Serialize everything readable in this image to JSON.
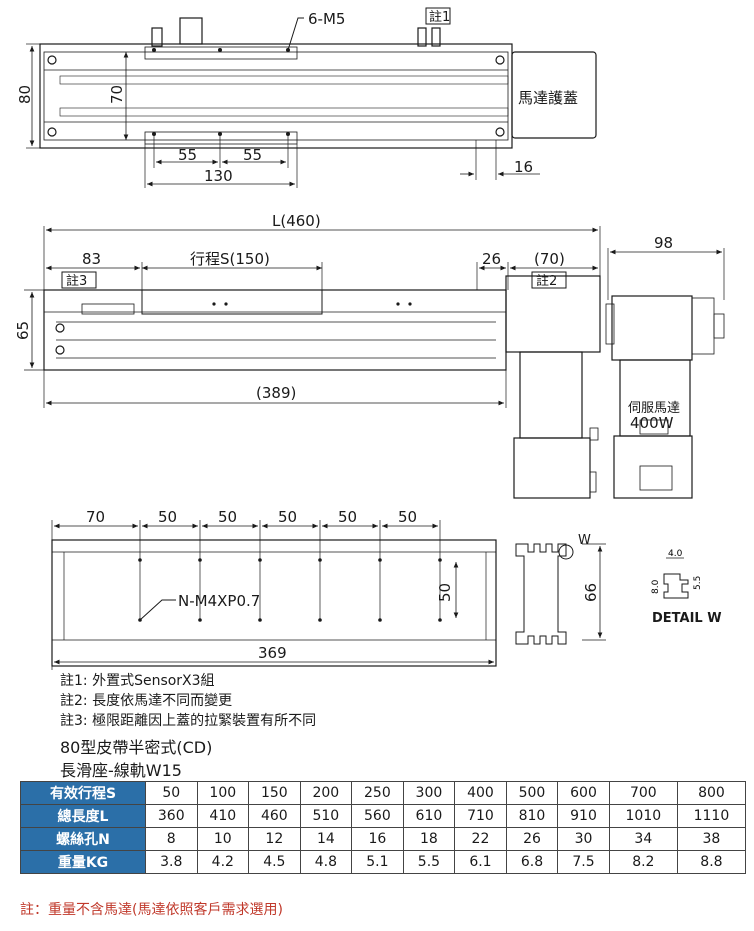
{
  "top_view": {
    "mount_holes_label": "6-M5",
    "note1_tag": "註1",
    "motor_cover_label": "馬達護蓋",
    "dim_height_80": "80",
    "dim_height_70": "70",
    "dim_55_a": "55",
    "dim_55_b": "55",
    "dim_130": "130",
    "dim_16": "16"
  },
  "side_view": {
    "dim_total_length": "L(460)",
    "dim_83": "83",
    "stroke_label": "行程S(150)",
    "dim_26": "26",
    "dim_70": "(70)",
    "dim_98": "98",
    "note3_tag": "註3",
    "note2_tag": "註2",
    "dim_65": "65",
    "dim_389": "(389)",
    "servo_label_line1": "伺服馬達",
    "servo_label_line2": "400W"
  },
  "rail_view": {
    "dims_top": [
      "70",
      "50",
      "50",
      "50",
      "50",
      "50"
    ],
    "hole_label": "N-M4XP0.7",
    "dim_50_vertical": "50",
    "dim_369": "369",
    "dim_66": "66",
    "profile_w_mark": "W",
    "detail_w_label": "DETAIL W",
    "detail_dim_40": "4.0",
    "detail_dim_80": "8.0",
    "detail_dim_55": "5.5"
  },
  "notes": [
    "註1: 外置式SensorX3組",
    "註2: 長度依馬達不同而變更",
    "註3: 極限距離因上蓋的拉緊裝置有所不同"
  ],
  "model_title": "80型皮帶半密式(CD)",
  "model_subtitle": "長滑座-線軌W15",
  "spec_table": {
    "header_color": "#2b6fa8",
    "rows": [
      {
        "label": "有效行程S",
        "values": [
          "50",
          "100",
          "150",
          "200",
          "250",
          "300",
          "400",
          "500",
          "600",
          "700",
          "800"
        ]
      },
      {
        "label": "總長度L",
        "values": [
          "360",
          "410",
          "460",
          "510",
          "560",
          "610",
          "710",
          "810",
          "910",
          "1010",
          "1110"
        ]
      },
      {
        "label": "螺絲孔N",
        "values": [
          "8",
          "10",
          "12",
          "14",
          "16",
          "18",
          "22",
          "26",
          "30",
          "34",
          "38"
        ]
      },
      {
        "label": "重量KG",
        "values": [
          "3.8",
          "4.2",
          "4.5",
          "4.8",
          "5.1",
          "5.5",
          "6.1",
          "6.8",
          "7.5",
          "8.2",
          "8.8"
        ]
      }
    ]
  },
  "footnote": "註：重量不含馬達(馬達依照客戶需求選用)",
  "footnote_color": "#c0392b"
}
